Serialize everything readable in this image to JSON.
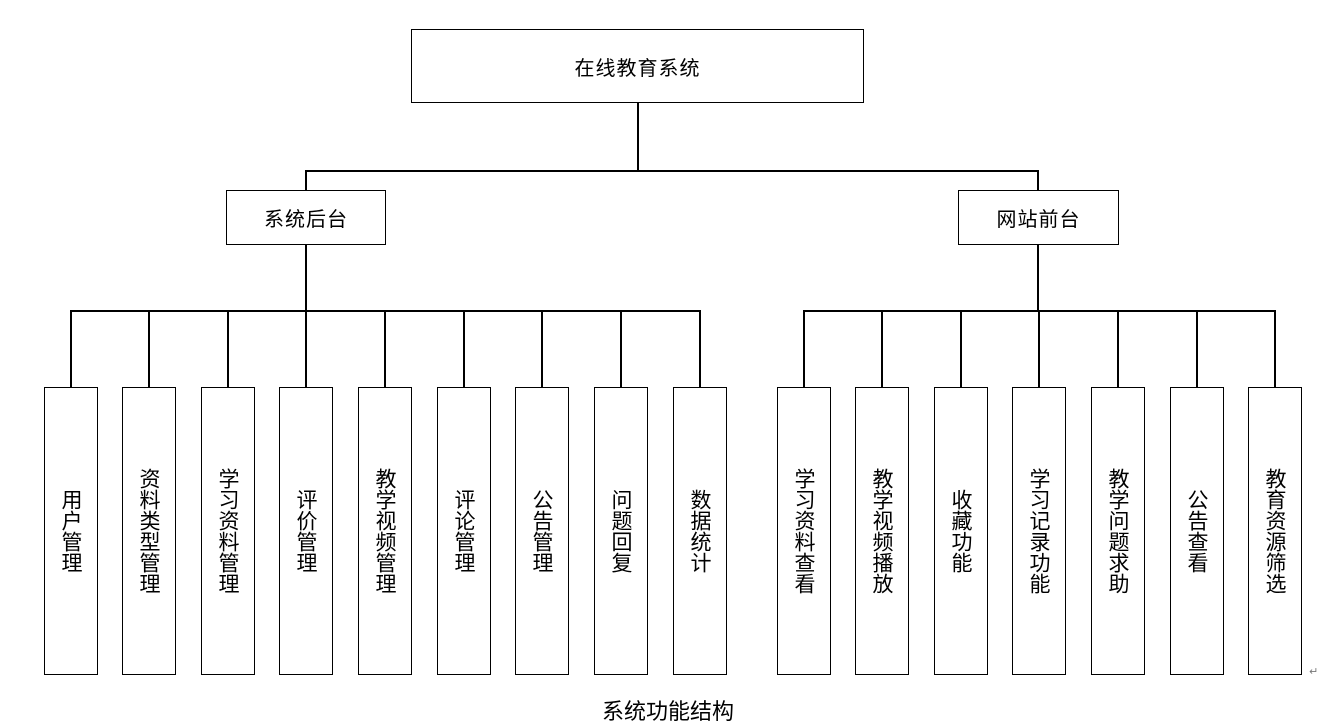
{
  "root": "在线教育系统",
  "branches": [
    {
      "label": "系统后台",
      "children": [
        "用户管理",
        "资料类型管理",
        "学习资料管理",
        "评价管理",
        "教学视频管理",
        "评论管理",
        "公告管理",
        "问题回复",
        "数据统计"
      ]
    },
    {
      "label": "网站前台",
      "children": [
        "学习资料查看",
        "教学视频播放",
        "收藏功能",
        "学习记录功能",
        "教学问题求助",
        "公告查看",
        "教育资源筛选"
      ]
    }
  ],
  "paragraph_mark": "↵",
  "caption": "系统功能结构"
}
